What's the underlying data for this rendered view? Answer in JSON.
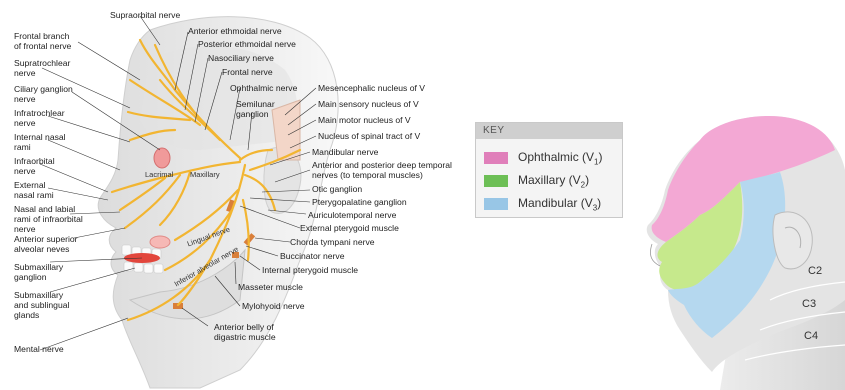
{
  "left_labels": [
    "Frontal branch\nof frontal nerve",
    "Supratrochlear\nnerve",
    "Ciliary ganglion\nnerve",
    "Infratrochlear\nnerve",
    "Internal nasal\nrami",
    "Infraorbital\nnerve",
    "External\nnasal rami",
    "Nasal and labial\nrami of infraorbital\nnerve",
    "Anterior superior\nalveolar neves",
    "Submaxillary\nganglion",
    "Submaxillary\nand sublingual\nglands",
    "Mental nerve"
  ],
  "top_labels": [
    "Supraorbital nerve",
    "Anterior ethmoidal nerve",
    "Posterior ethmoidal nerve",
    "Nasociliary nerve",
    "Frontal nerve",
    "Ophthalmic nerve",
    "Semilunar\nganglion"
  ],
  "right_labels": [
    "Mesencephalic nucleus of V",
    "Main sensory nucleus of V",
    "Main motor nucleus of V",
    "Nucleus of spinal tract of V",
    "Mandibular nerve",
    "Anterior and posterior deep temporal\nnerves (to temporal muscles)",
    "Otic ganglion",
    "Pterygopalatine ganglion",
    "Auriculotemporal nerve",
    "External pterygoid muscle",
    "Chorda tympani nerve",
    "Buccinator nerve",
    "Internal pterygoid muscle",
    "Masseter muscle",
    "Mylohyoid nerve",
    "Anterior belly of\ndigastric muscle"
  ],
  "inline_labels": {
    "lacrimal": "Lacrimal",
    "maxillary": "Maxillary",
    "lingual": "Lingual nerve",
    "inferior_alveolar": "Inferior alveolar nerve"
  },
  "key": {
    "title": "KEY",
    "items": [
      {
        "label": "Ophthalmic (V",
        "sub": "1",
        "close": ")",
        "color": "#e07fba"
      },
      {
        "label": "Maxillary (V",
        "sub": "2",
        "close": ")",
        "color": "#6dbf56"
      },
      {
        "label": "Mandibular (V",
        "sub": "3",
        "close": ")",
        "color": "#98c6e6"
      }
    ]
  },
  "cervical_labels": [
    "C2",
    "C3",
    "C4"
  ],
  "colors": {
    "nerve": "#f2b531",
    "skin": "#e6e6e6",
    "ophthalmic": "#f3a8d4",
    "maxillary": "#c6e98c",
    "mandibular": "#b5d8ef"
  }
}
